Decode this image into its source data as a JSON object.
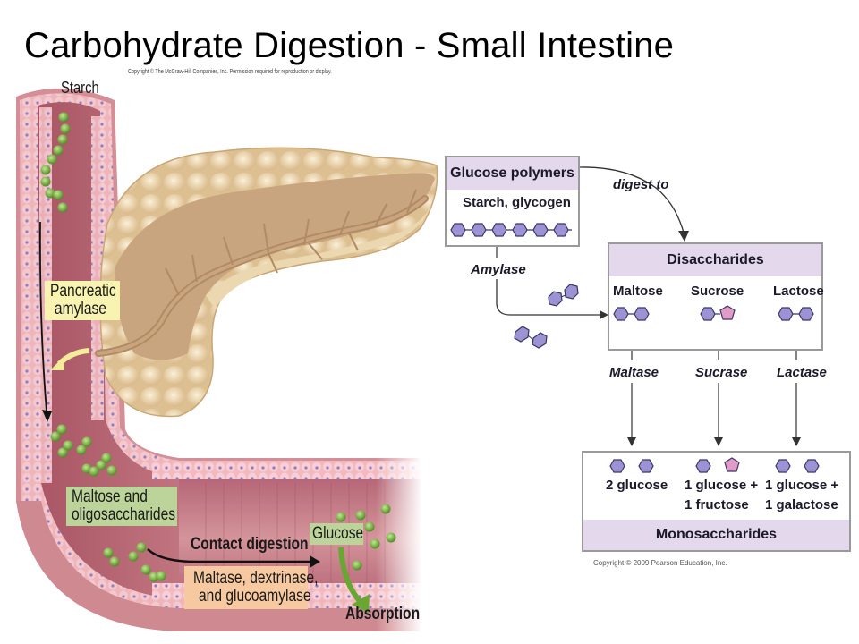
{
  "title": "Carbohydrate Digestion - Small Intestine",
  "copyright_mcgraw": "Copyright © The McGraw-Hill Companies, Inc. Permission required for reproduction or display.",
  "illustration": {
    "starch_label": "Starch",
    "pancreatic_amylase_label": [
      "Pancreatic",
      "amylase"
    ],
    "maltose_oligo_label": [
      "Maltose and",
      "oligosaccharides"
    ],
    "contact_digestion_label": "Contact digestion",
    "brush_enzymes_label": [
      "Maltase, dextrinase,",
      "and glucoamylase"
    ],
    "glucose_label": "Glucose",
    "absorption_label": "Absorption",
    "colors": {
      "intestine_wall": "#e7a6a8",
      "lumen": "#b86a78",
      "pancreas": "#e9d3a8",
      "pancreas_duct": "#b99670",
      "glucose_bead": "#7fb24a",
      "yellow_label": "#f8f3b0",
      "green_label": "#bcd49a",
      "peach_label": "#f7c9a0"
    }
  },
  "flowchart": {
    "glucose_polymers": {
      "header": "Glucose polymers",
      "subtitle": "Starch, glycogen"
    },
    "digest_to_label": "digest to",
    "amylase_label": "Amylase",
    "disaccharides": {
      "header": "Disaccharides",
      "items": [
        {
          "name": "Maltose",
          "enzyme": "Maltase"
        },
        {
          "name": "Sucrose",
          "enzyme": "Sucrase"
        },
        {
          "name": "Lactose",
          "enzyme": "Lactase"
        }
      ]
    },
    "monosaccharides": {
      "footer": "Monosaccharides",
      "items": [
        {
          "line1": "2 glucose",
          "line2": ""
        },
        {
          "line1": "1 glucose +",
          "line2": "1 fructose"
        },
        {
          "line1": "1 glucose +",
          "line2": "1 galactose"
        }
      ]
    },
    "copyright": "Copyright © 2009 Pearson Education, Inc.",
    "colors": {
      "header_bg": "#e3d8ec",
      "hexagon": "#9b93d4",
      "pentagon": "#de9cc6",
      "border": "#9a9a9a"
    }
  }
}
